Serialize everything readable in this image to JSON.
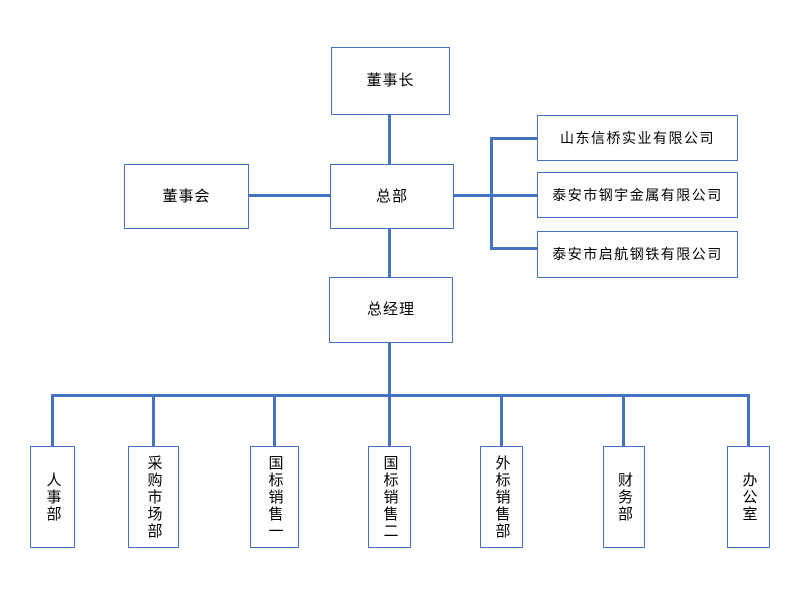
{
  "colors": {
    "connector_line": "#4472C4",
    "box_border": "#4472C4",
    "box_fill": "#FFFFFF",
    "text": "#000000",
    "background": "#FFFFFF"
  },
  "org_chart": {
    "chairman": {
      "label": "董事长"
    },
    "board": {
      "label": "董事会"
    },
    "headquarters": {
      "label": "总部"
    },
    "general_manager": {
      "label": "总经理"
    },
    "companies": [
      {
        "label": "山东信桥实业有限公司"
      },
      {
        "label": "泰安市钢宇金属有限公司"
      },
      {
        "label": "泰安市启航钢铁有限公司"
      }
    ],
    "departments": [
      {
        "label": "人事部"
      },
      {
        "label": "采购市场部"
      },
      {
        "label": "国标销售一"
      },
      {
        "label": "国标销售二"
      },
      {
        "label": "外标销售部"
      },
      {
        "label": "财务部"
      },
      {
        "label": "办公室"
      }
    ]
  }
}
